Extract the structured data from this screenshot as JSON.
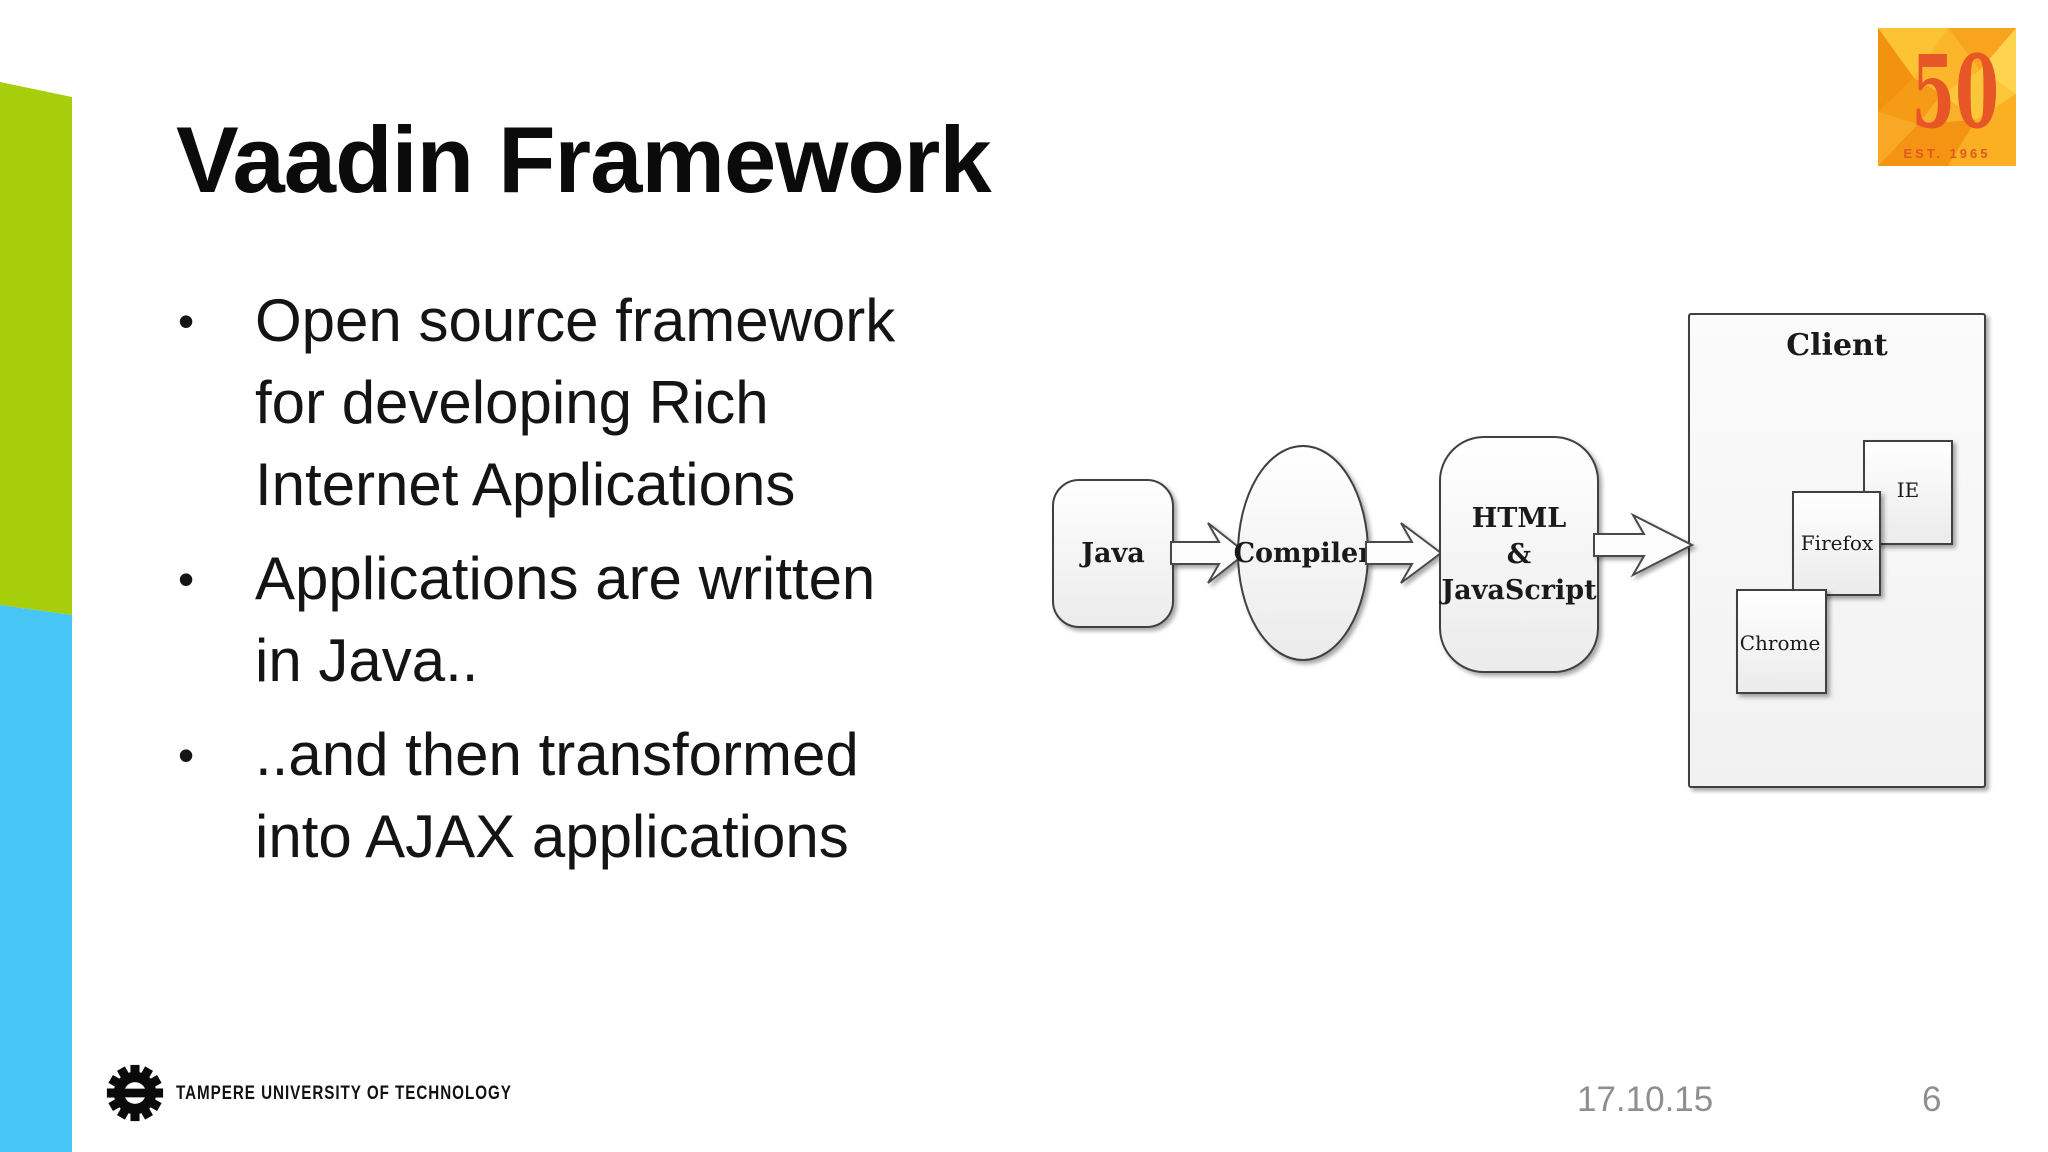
{
  "slide": {
    "title": "Vaadin Framework",
    "bullet_char": "•",
    "bullets": [
      {
        "lines": [
          "Open source framework",
          "for developing Rich",
          "Internet Applications"
        ]
      },
      {
        "lines": [
          "Applications are written",
          "in Java.."
        ]
      },
      {
        "lines": [
          "..and then transformed",
          "into AJAX applications"
        ]
      }
    ]
  },
  "diagram": {
    "java_label": "Java",
    "compiler_label": "Compiler",
    "html_lines": [
      "HTML",
      "&",
      "JavaScript"
    ],
    "client_label": "Client",
    "browsers": {
      "ie": "IE",
      "firefox": "Firefox",
      "chrome": "Chrome"
    }
  },
  "badge": {
    "number": "50",
    "established": "EST. 1965"
  },
  "footer": {
    "university": "TAMPERE UNIVERSITY OF TECHNOLOGY",
    "date": "17.10.15",
    "page_number": "6"
  },
  "colors": {
    "accent_green": "#a6ce0b",
    "accent_blue": "#47c6f6",
    "badge_text": "#e65627",
    "footer_text": "#8f8f8f"
  }
}
